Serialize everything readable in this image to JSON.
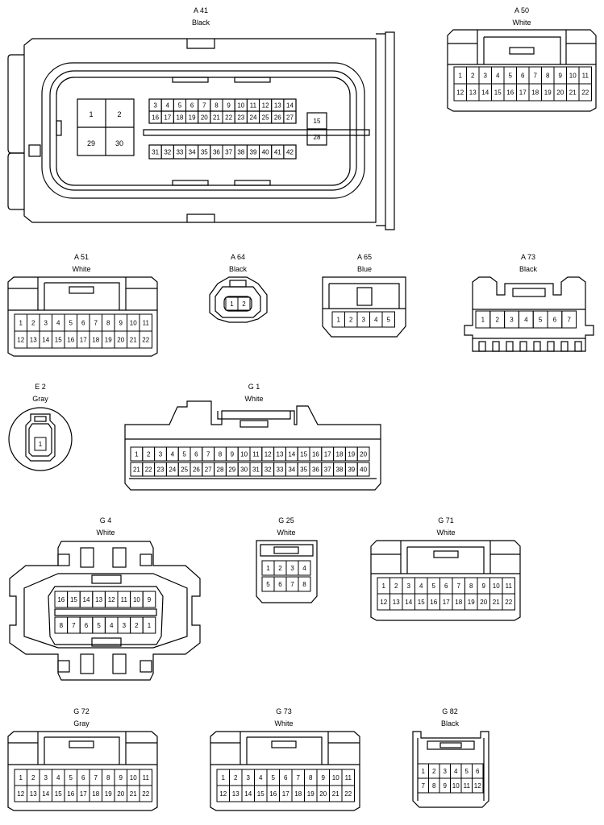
{
  "connectors": {
    "a41": {
      "code": "A 41",
      "color": "Black",
      "pins_big": [
        "1",
        "2",
        "29",
        "30"
      ],
      "pins_top": [
        "3",
        "4",
        "5",
        "6",
        "7",
        "8",
        "9",
        "10",
        "11",
        "12",
        "13",
        "14"
      ],
      "pins_mid": [
        "16",
        "17",
        "18",
        "19",
        "20",
        "21",
        "22",
        "23",
        "24",
        "25",
        "26",
        "27"
      ],
      "pins_bot": [
        "31",
        "32",
        "33",
        "34",
        "35",
        "36",
        "37",
        "38",
        "39",
        "40",
        "41",
        "42"
      ],
      "pins_side": [
        "15",
        "28"
      ]
    },
    "a50": {
      "code": "A 50",
      "color": "White",
      "row1": [
        "1",
        "2",
        "3",
        "4",
        "5",
        "6",
        "7",
        "8",
        "9",
        "10",
        "11"
      ],
      "row2": [
        "12",
        "13",
        "14",
        "15",
        "16",
        "17",
        "18",
        "19",
        "20",
        "21",
        "22"
      ]
    },
    "a51": {
      "code": "A 51",
      "color": "White",
      "row1": [
        "1",
        "2",
        "3",
        "4",
        "5",
        "6",
        "7",
        "8",
        "9",
        "10",
        "11"
      ],
      "row2": [
        "12",
        "13",
        "14",
        "15",
        "16",
        "17",
        "18",
        "19",
        "20",
        "21",
        "22"
      ]
    },
    "a64": {
      "code": "A 64",
      "color": "Black",
      "row1": [
        "1",
        "2"
      ]
    },
    "a65": {
      "code": "A 65",
      "color": "Blue",
      "row1": [
        "1",
        "2",
        "3",
        "4",
        "5"
      ]
    },
    "a73": {
      "code": "A 73",
      "color": "Black",
      "row1": [
        "1",
        "2",
        "3",
        "4",
        "5",
        "6",
        "7"
      ]
    },
    "e2": {
      "code": "E 2",
      "color": "Gray",
      "row1": [
        "1"
      ]
    },
    "g1": {
      "code": "G 1",
      "color": "White",
      "row1": [
        "1",
        "2",
        "3",
        "4",
        "5",
        "6",
        "7",
        "8",
        "9",
        "10",
        "11",
        "12",
        "13",
        "14",
        "15",
        "16",
        "17",
        "18",
        "19",
        "20"
      ],
      "row2": [
        "21",
        "22",
        "23",
        "24",
        "25",
        "26",
        "27",
        "28",
        "29",
        "30",
        "31",
        "32",
        "33",
        "34",
        "35",
        "36",
        "37",
        "38",
        "39",
        "40"
      ]
    },
    "g4": {
      "code": "G 4",
      "color": "White",
      "row1": [
        "16",
        "15",
        "14",
        "13",
        "12",
        "11",
        "10",
        "9"
      ],
      "row2": [
        "8",
        "7",
        "6",
        "5",
        "4",
        "3",
        "2",
        "1"
      ]
    },
    "g25": {
      "code": "G 25",
      "color": "White",
      "row1": [
        "1",
        "2",
        "3",
        "4"
      ],
      "row2": [
        "5",
        "6",
        "7",
        "8"
      ]
    },
    "g71": {
      "code": "G 71",
      "color": "White",
      "row1": [
        "1",
        "2",
        "3",
        "4",
        "5",
        "6",
        "7",
        "8",
        "9",
        "10",
        "11"
      ],
      "row2": [
        "12",
        "13",
        "14",
        "15",
        "16",
        "17",
        "18",
        "19",
        "20",
        "21",
        "22"
      ]
    },
    "g72": {
      "code": "G 72",
      "color": "Gray",
      "row1": [
        "1",
        "2",
        "3",
        "4",
        "5",
        "6",
        "7",
        "8",
        "9",
        "10",
        "11"
      ],
      "row2": [
        "12",
        "13",
        "14",
        "15",
        "16",
        "17",
        "18",
        "19",
        "20",
        "21",
        "22"
      ]
    },
    "g73": {
      "code": "G 73",
      "color": "White",
      "row1": [
        "1",
        "2",
        "3",
        "4",
        "5",
        "6",
        "7",
        "8",
        "9",
        "10",
        "11"
      ],
      "row2": [
        "12",
        "13",
        "14",
        "15",
        "16",
        "17",
        "18",
        "19",
        "20",
        "21",
        "22"
      ]
    },
    "g82": {
      "code": "G 82",
      "color": "Black",
      "row1": [
        "1",
        "2",
        "3",
        "4",
        "5",
        "6"
      ],
      "row2": [
        "7",
        "8",
        "9",
        "10",
        "11",
        "12"
      ]
    }
  }
}
